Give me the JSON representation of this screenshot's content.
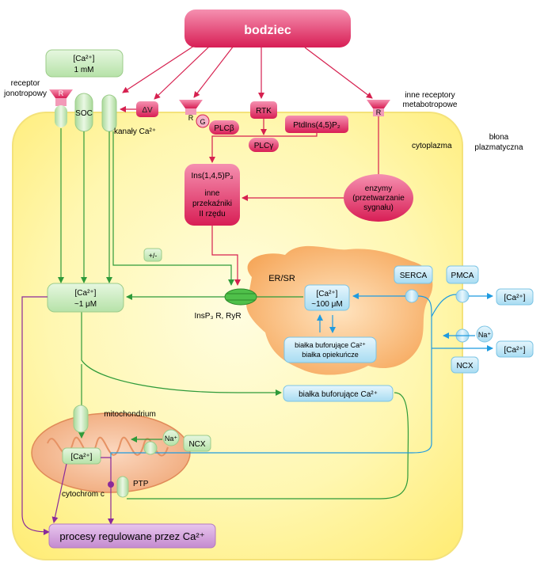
{
  "labels": {
    "stimulus": "bodziec",
    "ext_ca": [
      "[Ca²⁺]",
      "1 mM"
    ],
    "ionotropic": [
      "receptor",
      "jonotropowy"
    ],
    "r": "R",
    "g": "G",
    "soc": "SOC",
    "delta_v": "ΔV",
    "channels": "kanały Ca²⁺",
    "plcb": "PLCβ",
    "rtk": "RTK",
    "plcg": "PLCγ",
    "pip2": "PtdIns(4,5)P₂",
    "other_receptors": [
      "inne receptory",
      "metabotropowe"
    ],
    "membrane": [
      "błona",
      "plazmatyczna"
    ],
    "cytoplasm": "cytoplazma",
    "ip3_box": [
      "Ins(1,4,5)P₃",
      "inne",
      "przekaźniki",
      "II rzędu"
    ],
    "enzymes": [
      "enzymy",
      "(przetwarzanie",
      "sygnału)"
    ],
    "plus_minus": "+/-",
    "er_sr": "ER/SR",
    "serca": "SERCA",
    "pmca": "PMCA",
    "out_ca": "[Ca²⁺]",
    "cyt_ca": [
      "[Ca²⁺]",
      "~1 μM"
    ],
    "ip3r": "InsP₃ R, RyR",
    "er_ca": [
      "[Ca²⁺]",
      "~100 μM"
    ],
    "buffer_er": [
      "białka buforujące Ca²⁺",
      "białka opiekuńcze"
    ],
    "na": "Na⁺",
    "ncx": "NCX",
    "buffer_cyt": "białka buforujące Ca²⁺",
    "mito": "mitochondrium",
    "mito_ca": "[Ca²⁺]",
    "ptp": "PTP",
    "cytc": "cytochrom c",
    "processes": "procesy regulowane przez Ca²⁺"
  }
}
